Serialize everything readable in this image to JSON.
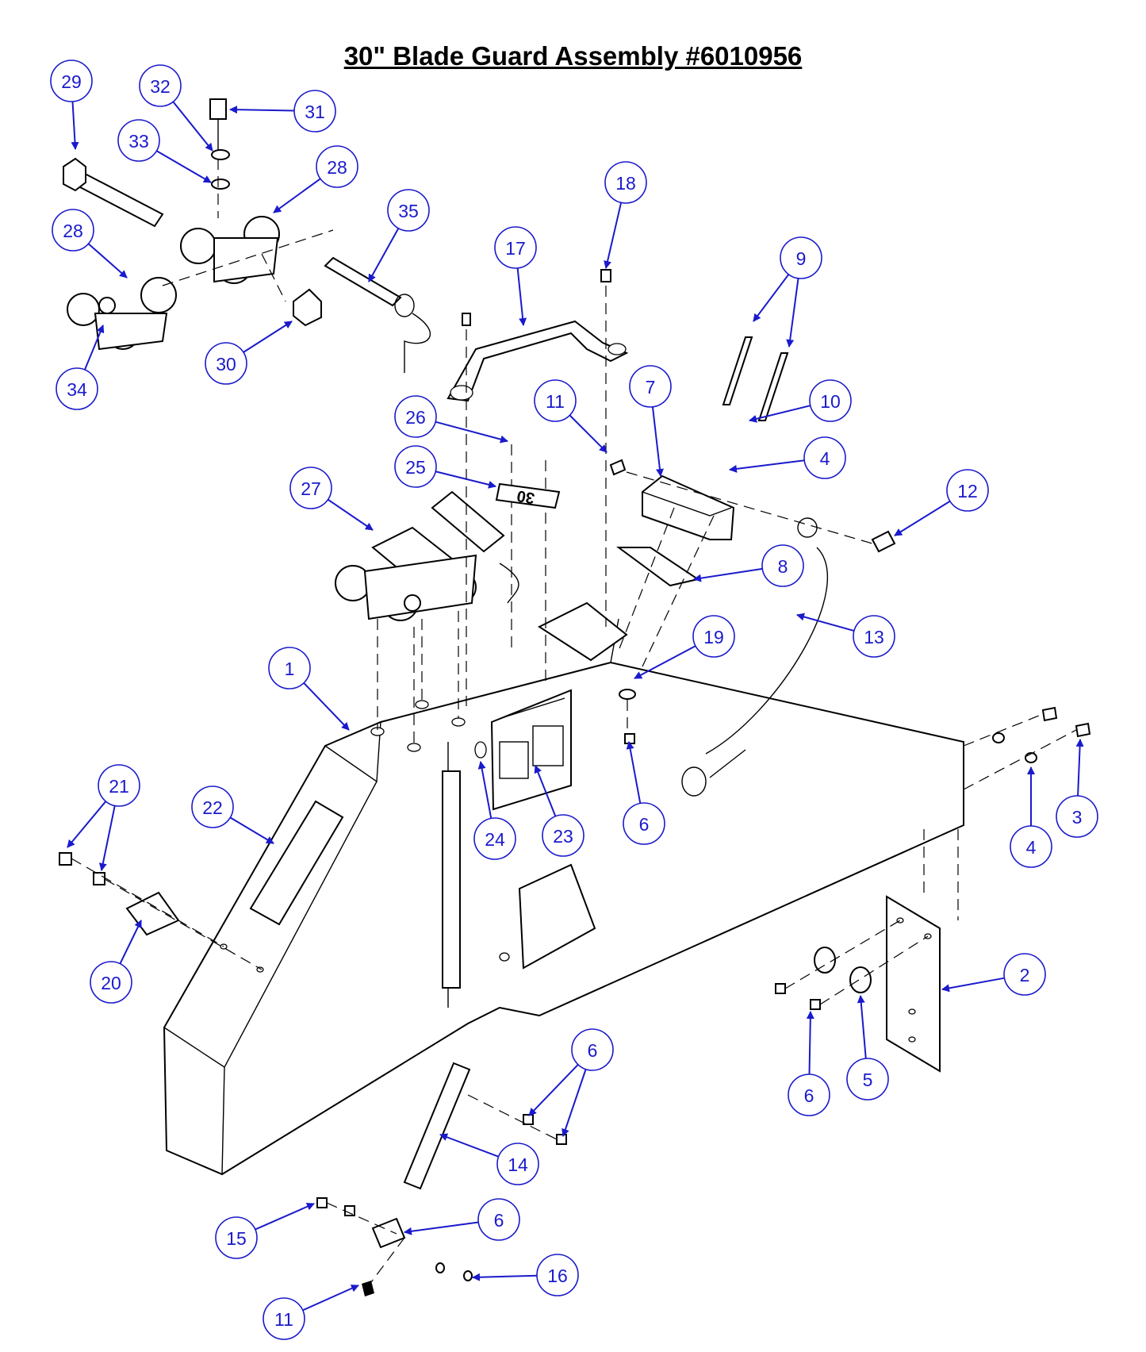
{
  "title": "30\" Blade Guard Assembly #6010956",
  "decal_stamp": "30",
  "callouts": [
    {
      "label": "29"
    },
    {
      "label": "32"
    },
    {
      "label": "31"
    },
    {
      "label": "33"
    },
    {
      "label": "28"
    },
    {
      "label": "35"
    },
    {
      "label": "28"
    },
    {
      "label": "30"
    },
    {
      "label": "34"
    },
    {
      "label": "18"
    },
    {
      "label": "17"
    },
    {
      "label": "9"
    },
    {
      "label": "10"
    },
    {
      "label": "11"
    },
    {
      "label": "7"
    },
    {
      "label": "4"
    },
    {
      "label": "26"
    },
    {
      "label": "25"
    },
    {
      "label": "27"
    },
    {
      "label": "12"
    },
    {
      "label": "8"
    },
    {
      "label": "13"
    },
    {
      "label": "19"
    },
    {
      "label": "1"
    },
    {
      "label": "6"
    },
    {
      "label": "24"
    },
    {
      "label": "23"
    },
    {
      "label": "3"
    },
    {
      "label": "4"
    },
    {
      "label": "21"
    },
    {
      "label": "22"
    },
    {
      "label": "20"
    },
    {
      "label": "2"
    },
    {
      "label": "5"
    },
    {
      "label": "6"
    },
    {
      "label": "6"
    },
    {
      "label": "14"
    },
    {
      "label": "15"
    },
    {
      "label": "6"
    },
    {
      "label": "16"
    },
    {
      "label": "11"
    }
  ],
  "colors": {
    "callout": "#1a1acc",
    "line": "#000000"
  }
}
